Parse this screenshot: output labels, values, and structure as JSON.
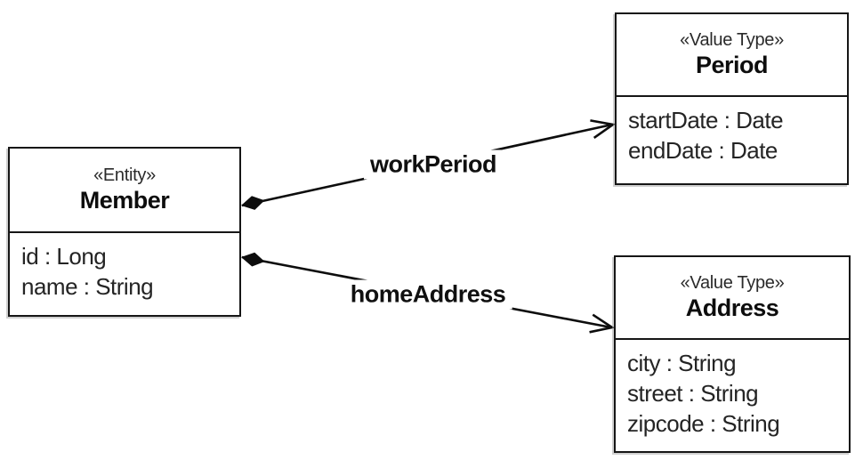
{
  "diagram": {
    "kind": "uml-class-diagram",
    "background_color": "#ffffff",
    "line_color": "#0d0d0d",
    "text_color": "#1a1a1a"
  },
  "classes": [
    {
      "id": "member",
      "stereotype": "«Entity»",
      "name": "Member",
      "attributes": [
        "id : Long",
        "name : String"
      ]
    },
    {
      "id": "period",
      "stereotype": "«Value Type»",
      "name": "Period",
      "attributes": [
        "startDate : Date",
        "endDate : Date"
      ]
    },
    {
      "id": "address",
      "stereotype": "«Value Type»",
      "name": "Address",
      "attributes": [
        "city : String",
        "street : String",
        "zipcode : String"
      ]
    }
  ],
  "connectors": [
    {
      "label": "workPeriod",
      "from": "Member",
      "to": "Period",
      "source_end": "filled-diamond-composition",
      "target_end": "open-arrow"
    },
    {
      "label": "homeAddress",
      "from": "Member",
      "to": "Address",
      "source_end": "filled-diamond-composition",
      "target_end": "open-arrow"
    }
  ]
}
